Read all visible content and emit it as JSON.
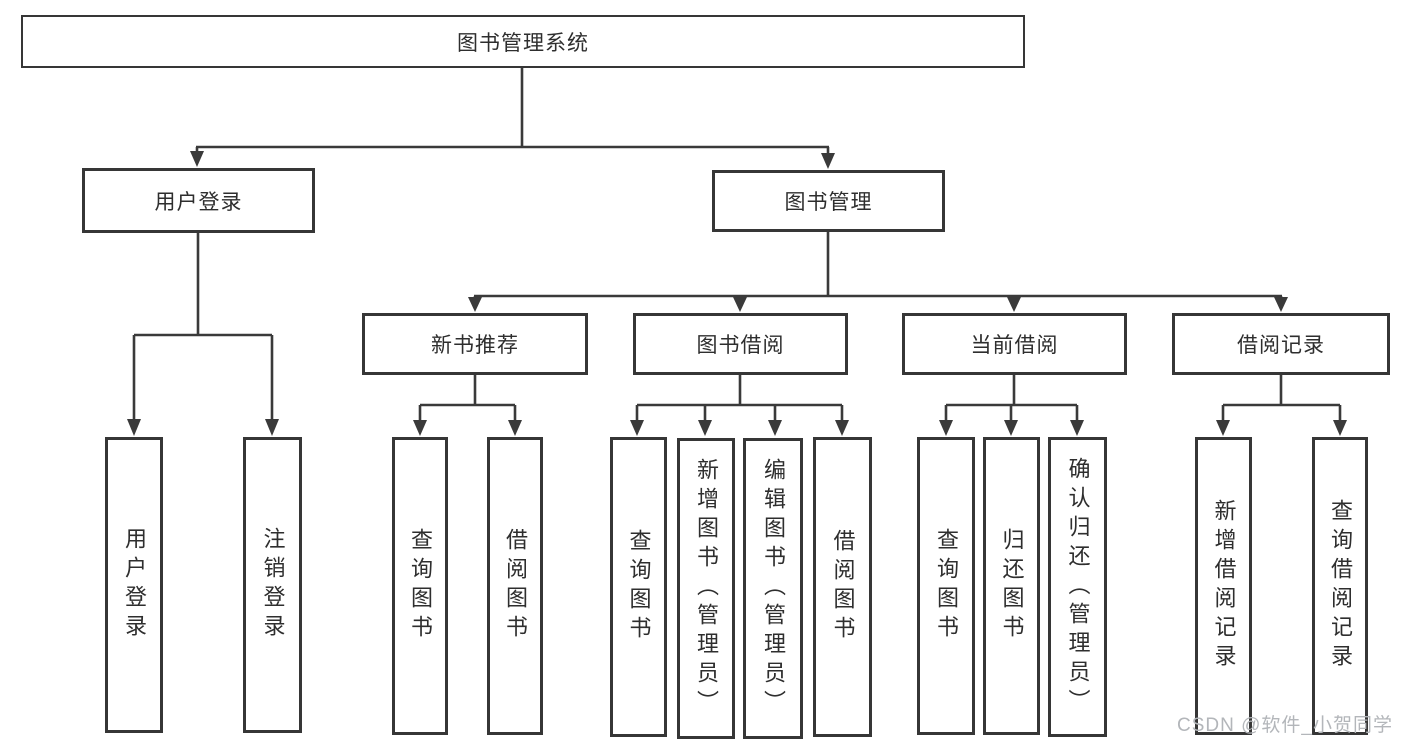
{
  "colors": {
    "line": "#3a3a3a",
    "box_border": "#363636",
    "text": "#2e2e2e",
    "watermark": "#b3b6ba",
    "background": "#ffffff"
  },
  "diagram": {
    "root": {
      "label": "图书管理系统"
    },
    "branches": [
      {
        "label": "用户登录"
      },
      {
        "label": "图书管理"
      }
    ],
    "modules": [
      {
        "label": "新书推荐"
      },
      {
        "label": "图书借阅"
      },
      {
        "label": "当前借阅"
      },
      {
        "label": "借阅记录"
      }
    ],
    "functions": {
      "user_login": [
        "用户登录",
        "注销登录"
      ],
      "new_book": [
        "查询图书",
        "借阅图书"
      ],
      "book_borrow": [
        "查询图书",
        "新增图书（管理员）",
        "编辑图书（管理员）",
        "借阅图书"
      ],
      "current_borrow": [
        "查询图书",
        "归还图书",
        "确认归还（管理员）"
      ],
      "borrow_records": [
        "新增借阅记录",
        "查询借阅记录"
      ]
    }
  },
  "watermark": {
    "text": "CSDN @软件_小贺同学"
  }
}
